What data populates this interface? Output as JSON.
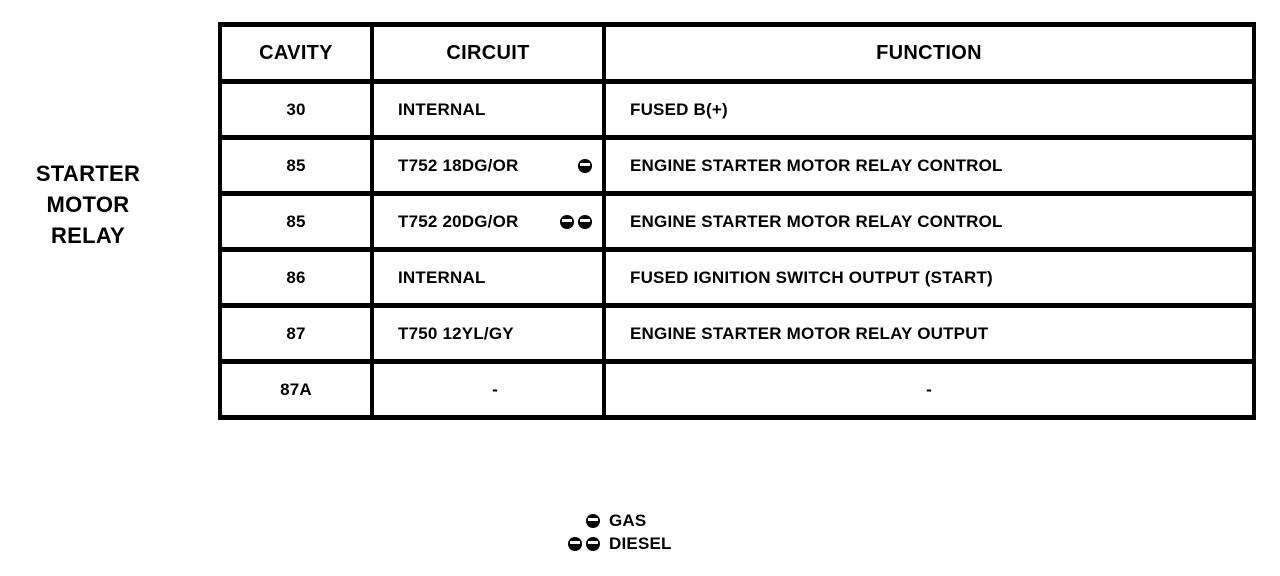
{
  "component": {
    "label_lines": [
      "STARTER",
      "MOTOR",
      "RELAY"
    ]
  },
  "table": {
    "headers": [
      "CAVITY",
      "CIRCUIT",
      "FUNCTION"
    ],
    "rows": [
      {
        "cavity": "30",
        "circuit": "INTERNAL",
        "marks": 0,
        "function": "FUSED B(+)"
      },
      {
        "cavity": "85",
        "circuit": "T752 18DG/OR",
        "marks": 1,
        "function": "ENGINE STARTER MOTOR RELAY CONTROL"
      },
      {
        "cavity": "85",
        "circuit": "T752 20DG/OR",
        "marks": 2,
        "function": "ENGINE STARTER MOTOR RELAY CONTROL"
      },
      {
        "cavity": "86",
        "circuit": "INTERNAL",
        "marks": 0,
        "function": "FUSED IGNITION SWITCH OUTPUT (START)"
      },
      {
        "cavity": "87",
        "circuit": "T750 12YL/GY",
        "marks": 0,
        "function": "ENGINE STARTER MOTOR RELAY OUTPUT"
      },
      {
        "cavity": "87A",
        "circuit": "-",
        "marks": 0,
        "function": "-"
      }
    ]
  },
  "legend": {
    "mark_icon": "filled-circle-with-dash",
    "items": [
      {
        "marks": 1,
        "label": "GAS"
      },
      {
        "marks": 2,
        "label": "DIESEL"
      }
    ]
  },
  "colors": {
    "ink": "#000000",
    "background": "#ffffff"
  }
}
